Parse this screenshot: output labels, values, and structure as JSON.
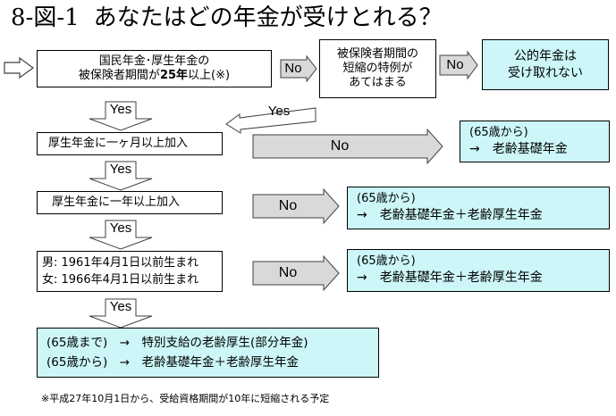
{
  "title": {
    "number": "8-図-1",
    "text": "あなたはどの年金が受けとれる？"
  },
  "boxes": {
    "q1": {
      "line1": "国民年金･厚生年金の",
      "line2_pre": "被保険者期間が",
      "line2_bold": "25年",
      "line2_post": "以上(※)"
    },
    "q1b": {
      "line1": "被保険者期間の",
      "line2": "短縮の特例が",
      "line3": "あてはまる"
    },
    "r_none": {
      "line1": "公的年金は",
      "line2": "受け取れない"
    },
    "q2": {
      "text": "厚生年金に一ヶ月以上加入"
    },
    "r2": {
      "line1": "(65歳から)",
      "line2": "→　老齢基礎年金"
    },
    "q3": {
      "text": "厚生年金に一年以上加入"
    },
    "r3": {
      "line1": "(65歳から)",
      "line2": "→　老齢基礎年金＋老齢厚生年金"
    },
    "q4": {
      "line1": "男: 1961年4月1日以前生まれ",
      "line2": "女: 1966年4月1日以前生まれ"
    },
    "r4": {
      "line1": "(65歳から)",
      "line2": "→　老齢基礎年金＋老齢厚生年金"
    },
    "final": {
      "line1": "(65歳まで)　→　特別支給の老齢厚生(部分年金)",
      "line2": "(65歳から)　→　老齢基礎年金＋老齢厚生年金"
    }
  },
  "labels": {
    "yes": "Yes",
    "no": "No"
  },
  "note": "※平成27年10月1日から、受給資格期間が10年に短縮される予定",
  "colors": {
    "result_fill": "#ccf6f8",
    "arrow_fill": "#d9d9d9",
    "arrow_stroke": "#404040"
  }
}
